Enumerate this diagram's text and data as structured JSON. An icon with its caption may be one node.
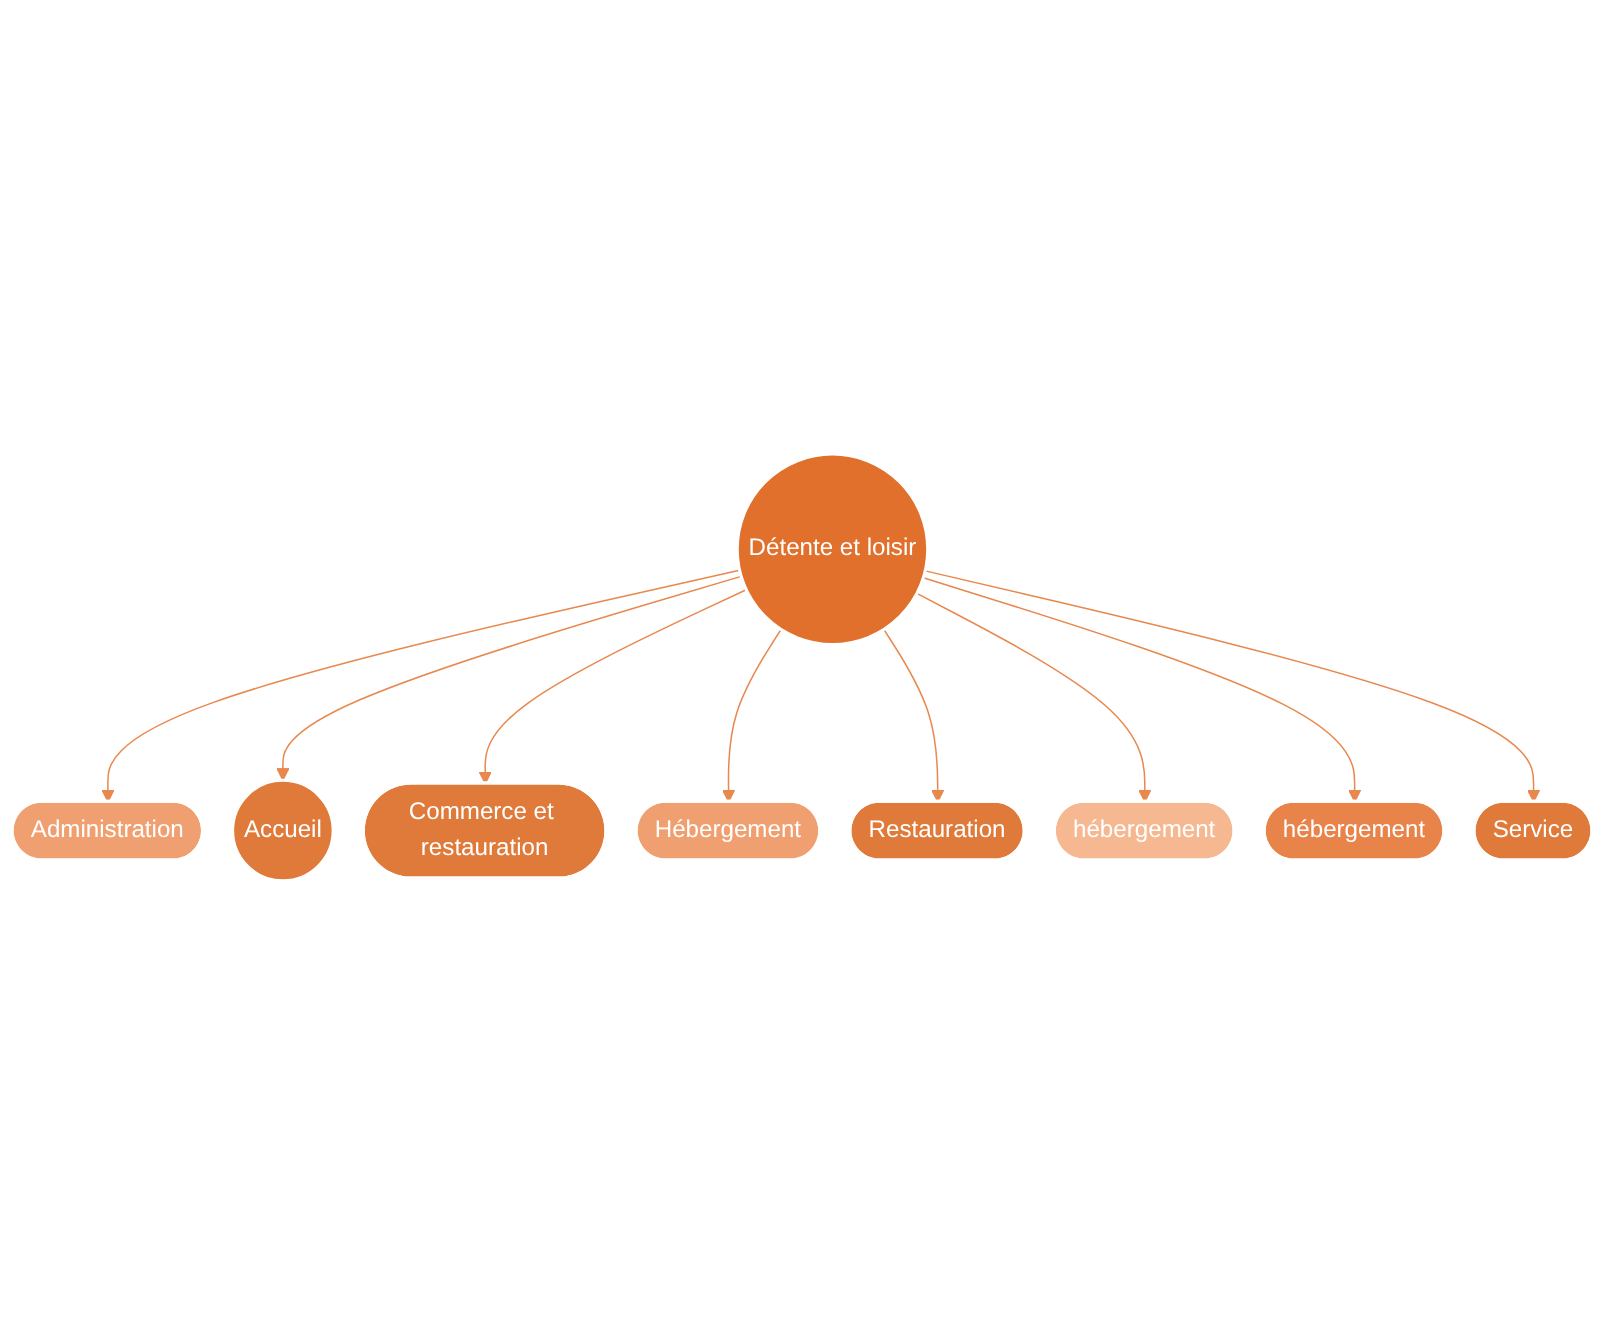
{
  "diagram": {
    "nodes": [
      {
        "text": [
          "Administration"
        ]
      },
      {
        "text": [
          "Accueil"
        ]
      },
      {
        "text": [
          "Commerce et restauration"
        ]
      },
      {
        "text": [
          "Hébergement"
        ]
      },
      {
        "text": [
          "Détente et loisir"
        ]
      },
      {
        "text": [
          "Restauration"
        ]
      },
      {
        "text": [
          "hébergement"
        ]
      },
      {
        "text": [
          "hébergement"
        ]
      },
      {
        "text": [
          "Service"
        ]
      }
    ],
    "edges": [
      {
        "from": 4,
        "to": 0,
        "arrow": "to"
      },
      {
        "from": 4,
        "to": 1,
        "arrow": "to"
      },
      {
        "from": 4,
        "to": 2,
        "arrow": "to"
      },
      {
        "from": 4,
        "to": 3,
        "arrow": "to"
      },
      {
        "from": 4,
        "to": 5,
        "arrow": "to"
      },
      {
        "from": 4,
        "to": 6,
        "arrow": "to"
      },
      {
        "from": 4,
        "to": 7,
        "arrow": "to"
      },
      {
        "from": 4,
        "to": 8,
        "arrow": "to"
      }
    ]
  }
}
